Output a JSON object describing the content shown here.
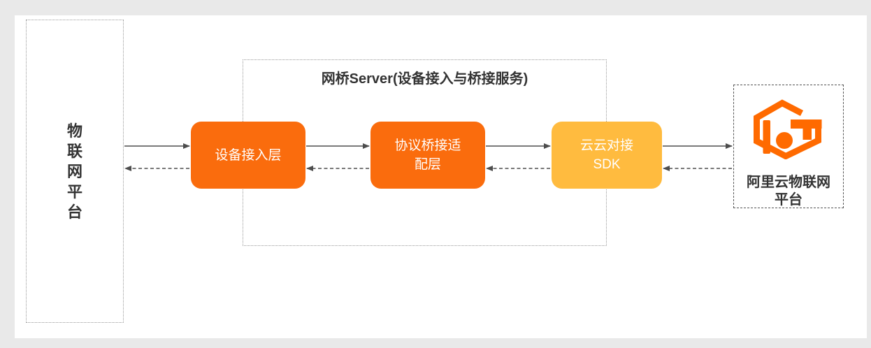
{
  "palette": {
    "background": "#e9e9e9",
    "panel": "#ffffff",
    "node_orange": "#fa6c0d",
    "node_amber": "#ffbb3f",
    "logo_orange": "#ff6a00",
    "text_dark": "#333333",
    "text_on_node": "#ffffff",
    "border_dotted": "#999999",
    "border_dashed": "#555555",
    "arrow": "#4d4d4d"
  },
  "left_platform": {
    "name": "物联网平台",
    "chars": [
      "物",
      "联",
      "网",
      "平",
      "台"
    ]
  },
  "bridge_server": {
    "title": "网桥Server(设备接入与桥接服务)",
    "boxes": [
      {
        "name": "设备接入层",
        "lines": [
          "设备接入层"
        ]
      },
      {
        "name": "协议桥接适配层",
        "lines": [
          "协议桥接适",
          "配层"
        ]
      },
      {
        "name": "云云对接SDK",
        "lines": [
          "云云对接",
          "SDK"
        ]
      }
    ]
  },
  "aliyun_platform": {
    "name": "阿里云物联网平台",
    "lines": [
      "阿里云物联网",
      "平台"
    ],
    "logo": "aliyun-iot-logo"
  },
  "flows": [
    {
      "from": "物联网平台",
      "to": "设备接入层",
      "type": "solid"
    },
    {
      "from": "设备接入层",
      "to": "物联网平台",
      "type": "dashed"
    },
    {
      "from": "设备接入层",
      "to": "协议桥接适配层",
      "type": "solid"
    },
    {
      "from": "协议桥接适配层",
      "to": "设备接入层",
      "type": "dashed"
    },
    {
      "from": "协议桥接适配层",
      "to": "云云对接SDK",
      "type": "solid"
    },
    {
      "from": "云云对接SDK",
      "to": "协议桥接适配层",
      "type": "dashed"
    },
    {
      "from": "云云对接SDK",
      "to": "阿里云物联网平台",
      "type": "solid"
    },
    {
      "from": "阿里云物联网平台",
      "to": "云云对接SDK",
      "type": "dashed"
    }
  ]
}
